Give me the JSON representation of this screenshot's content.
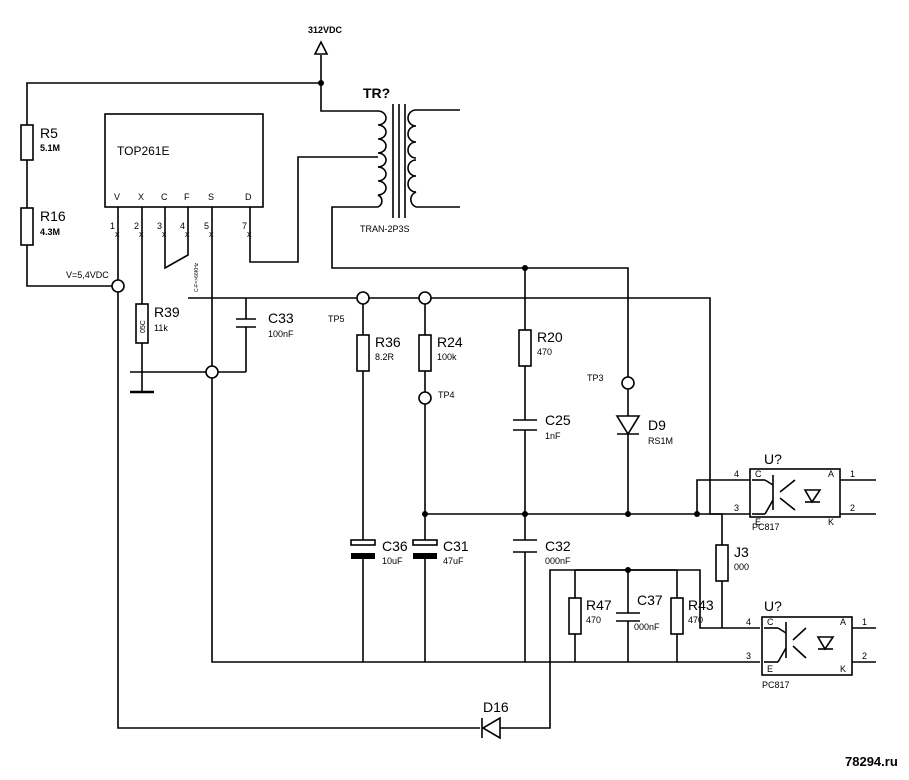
{
  "supply": {
    "label": "312VDC"
  },
  "transformer": {
    "ref": "TR?",
    "part": "TRAN-2P3S"
  },
  "ic": {
    "name": "TOP261E",
    "pins": [
      {
        "name": "V",
        "num": "1"
      },
      {
        "name": "X",
        "num": "2"
      },
      {
        "name": "C",
        "num": "3"
      },
      {
        "name": "F",
        "num": "4"
      },
      {
        "name": "S",
        "num": "5"
      },
      {
        "name": "D",
        "num": "7"
      }
    ],
    "f_pin_note": "C-F=>66KHz"
  },
  "voltage_label": "V=5,4VDC",
  "components": {
    "r5": {
      "ref": "R5",
      "value": "5.1M"
    },
    "r16": {
      "ref": "R16",
      "value": "4.3M"
    },
    "r39": {
      "ref": "R39",
      "value": "11k",
      "body": "05C"
    },
    "c33": {
      "ref": "C33",
      "value": "100nF"
    },
    "r36": {
      "ref": "R36",
      "value": "8.2R"
    },
    "r24": {
      "ref": "R24",
      "value": "100k"
    },
    "r20": {
      "ref": "R20",
      "value": "470"
    },
    "c25": {
      "ref": "C25",
      "value": "1nF"
    },
    "d9": {
      "ref": "D9",
      "value": "RS1M"
    },
    "c36": {
      "ref": "C36",
      "value": "10uF"
    },
    "c31": {
      "ref": "C31",
      "value": "47uF"
    },
    "c32": {
      "ref": "C32",
      "value": "000nF"
    },
    "j3": {
      "ref": "J3",
      "value": "000"
    },
    "r47": {
      "ref": "R47",
      "value": "470"
    },
    "c37": {
      "ref": "C37",
      "value": "000nF"
    },
    "r43": {
      "ref": "R43",
      "value": "470"
    },
    "d16": {
      "ref": "D16"
    }
  },
  "testpoints": {
    "tp3": "TP3",
    "tp4": "TP4",
    "tp5": "TP5"
  },
  "optocouplers": [
    {
      "ref": "U?",
      "part": "PC817",
      "pin_c": "C",
      "pin_e": "E",
      "pin_a": "A",
      "pin_k": "K",
      "num_c": "4",
      "num_e": "3",
      "num_a": "1",
      "num_k": "2"
    },
    {
      "ref": "U?",
      "part": "PC817",
      "pin_c": "C",
      "pin_e": "E",
      "pin_a": "A",
      "pin_k": "K",
      "num_c": "4",
      "num_e": "3",
      "num_a": "1",
      "num_k": "2"
    }
  ],
  "watermark": "78294.ru"
}
